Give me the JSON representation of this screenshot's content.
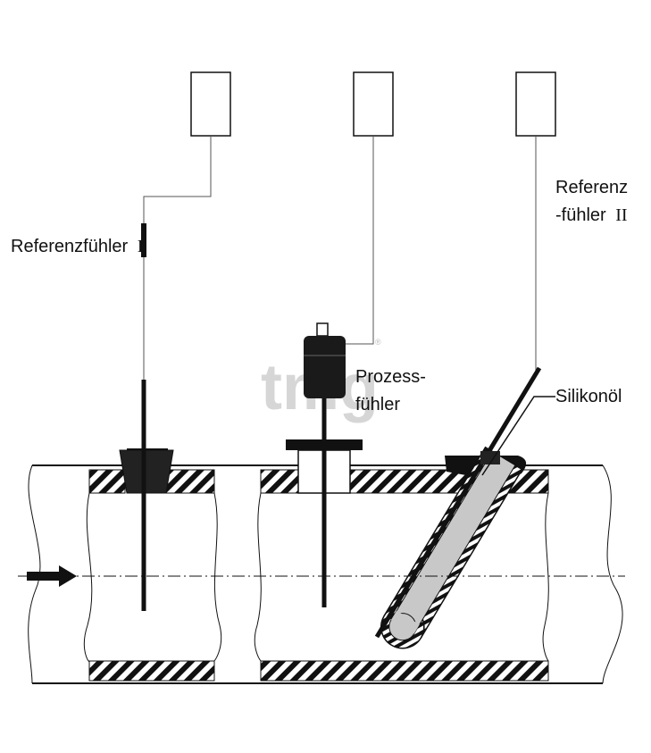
{
  "labels": {
    "ref1": "Referenzfühler",
    "ref1_numeral": "I",
    "ref2_line1": "Referenz",
    "ref2_line2": "-fühler",
    "ref2_numeral": "II",
    "process_line1": "Prozess-",
    "process_line2": "fühler",
    "silicone": "Silikonöl"
  },
  "watermark": {
    "text": "tmg",
    "mark": "®"
  },
  "colors": {
    "ink": "#111111",
    "background": "#ffffff",
    "thermowell_fill": "#c8c8c8",
    "sensor_body": "#1a1a1a",
    "watermark": "#c9c9c9"
  },
  "icons": {
    "flow": "flow-direction-arrow-icon"
  }
}
